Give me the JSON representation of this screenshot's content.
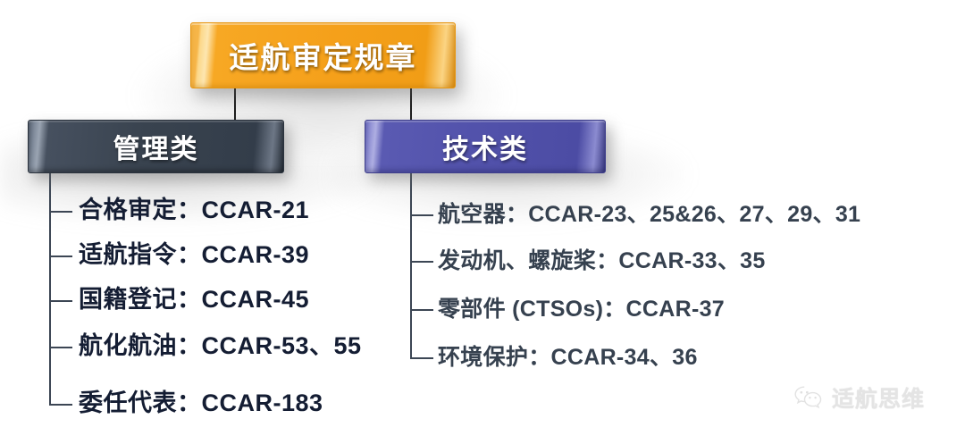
{
  "diagram": {
    "root": {
      "label": "适航审定规章",
      "color": "#F5A01A"
    },
    "branches": [
      {
        "key": "admin",
        "label": "管理类",
        "color": "#39434F",
        "items": [
          "合格审定：CCAR-21",
          "适航指令：CCAR-39",
          "国籍登记：CCAR-45",
          "航化航油：CCAR-53、55",
          "委任代表：CCAR-183"
        ]
      },
      {
        "key": "tech",
        "label": "技术类",
        "color": "#5252AB",
        "items": [
          "航空器：CCAR-23、25&26、27、29、31",
          "发动机、螺旋桨：CCAR-33、35",
          "零部件 (CTSOs)：CCAR-37",
          "环境保护：CCAR-34、36"
        ]
      }
    ]
  },
  "watermark": {
    "icon": "wechat-icon",
    "text": "适航思维",
    "color": "#E2E2E2"
  }
}
